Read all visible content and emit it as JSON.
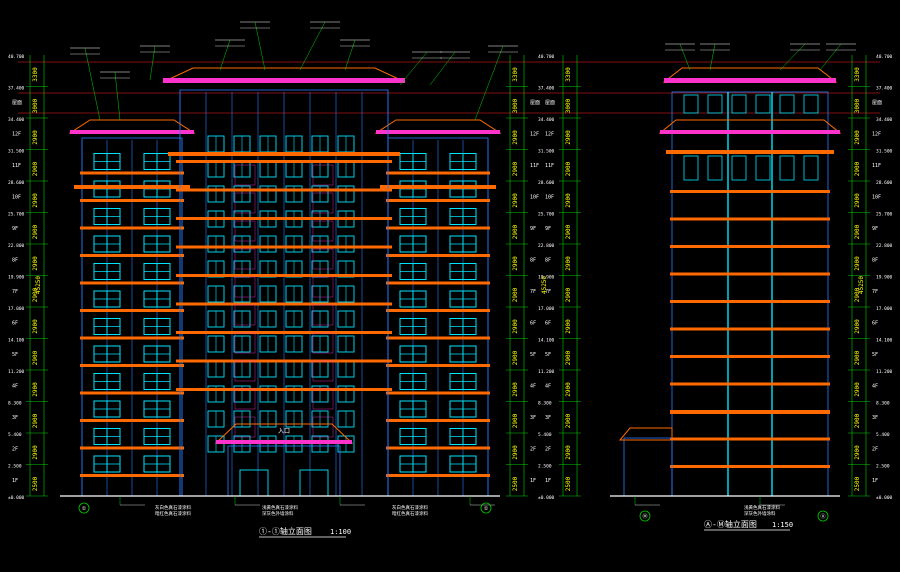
{
  "drawings": [
    {
      "title": "①-①轴立面图",
      "scale": "1:100",
      "axis_left": "①",
      "axis_right": "①"
    },
    {
      "title": "Ⓐ-Ⓜ轴立面图",
      "scale": "1:150",
      "axis_left": "Ⓜ",
      "axis_right": "Ⓐ"
    }
  ],
  "bottom_notes": {
    "left_1": "灰白色真石漆涂料",
    "left_2": "暗红色真石漆涂料",
    "mid_1": "浅黄色真石漆涂料",
    "mid_2": "深灰色外墙涂料",
    "right_1": "灰白色真石漆涂料",
    "right_2": "暗红色真石漆涂料",
    "side_1": "浅黄色真石漆涂料",
    "side_2": "深灰色外墙涂料"
  },
  "entrance_label": "入口",
  "floor_labels": [
    "1F",
    "2F",
    "3F",
    "4F",
    "5F",
    "6F",
    "7F",
    "8F",
    "9F",
    "10F",
    "11F",
    "12F",
    "屋面"
  ],
  "dim_values": [
    "2500",
    "2900",
    "2900",
    "2900",
    "2900",
    "2900",
    "2900",
    "2900",
    "2900",
    "2900",
    "2900",
    "2900",
    "3000",
    "3300"
  ],
  "total_height": "45250",
  "elevations": [
    "±0.000",
    "2.500",
    "5.400",
    "8.300",
    "11.200",
    "14.100",
    "17.000",
    "19.900",
    "22.800",
    "25.700",
    "28.600",
    "31.500",
    "34.400",
    "37.400",
    "40.700"
  ],
  "colors": {
    "background": "#000000",
    "window": "#00e5ff",
    "outline": "#2b7cff",
    "orange": "#ff6a00",
    "green": "#00d000",
    "magenta": "#ff33cc",
    "white": "#ffffff",
    "red_line": "#ff2020",
    "yellow": "#ffff00"
  }
}
